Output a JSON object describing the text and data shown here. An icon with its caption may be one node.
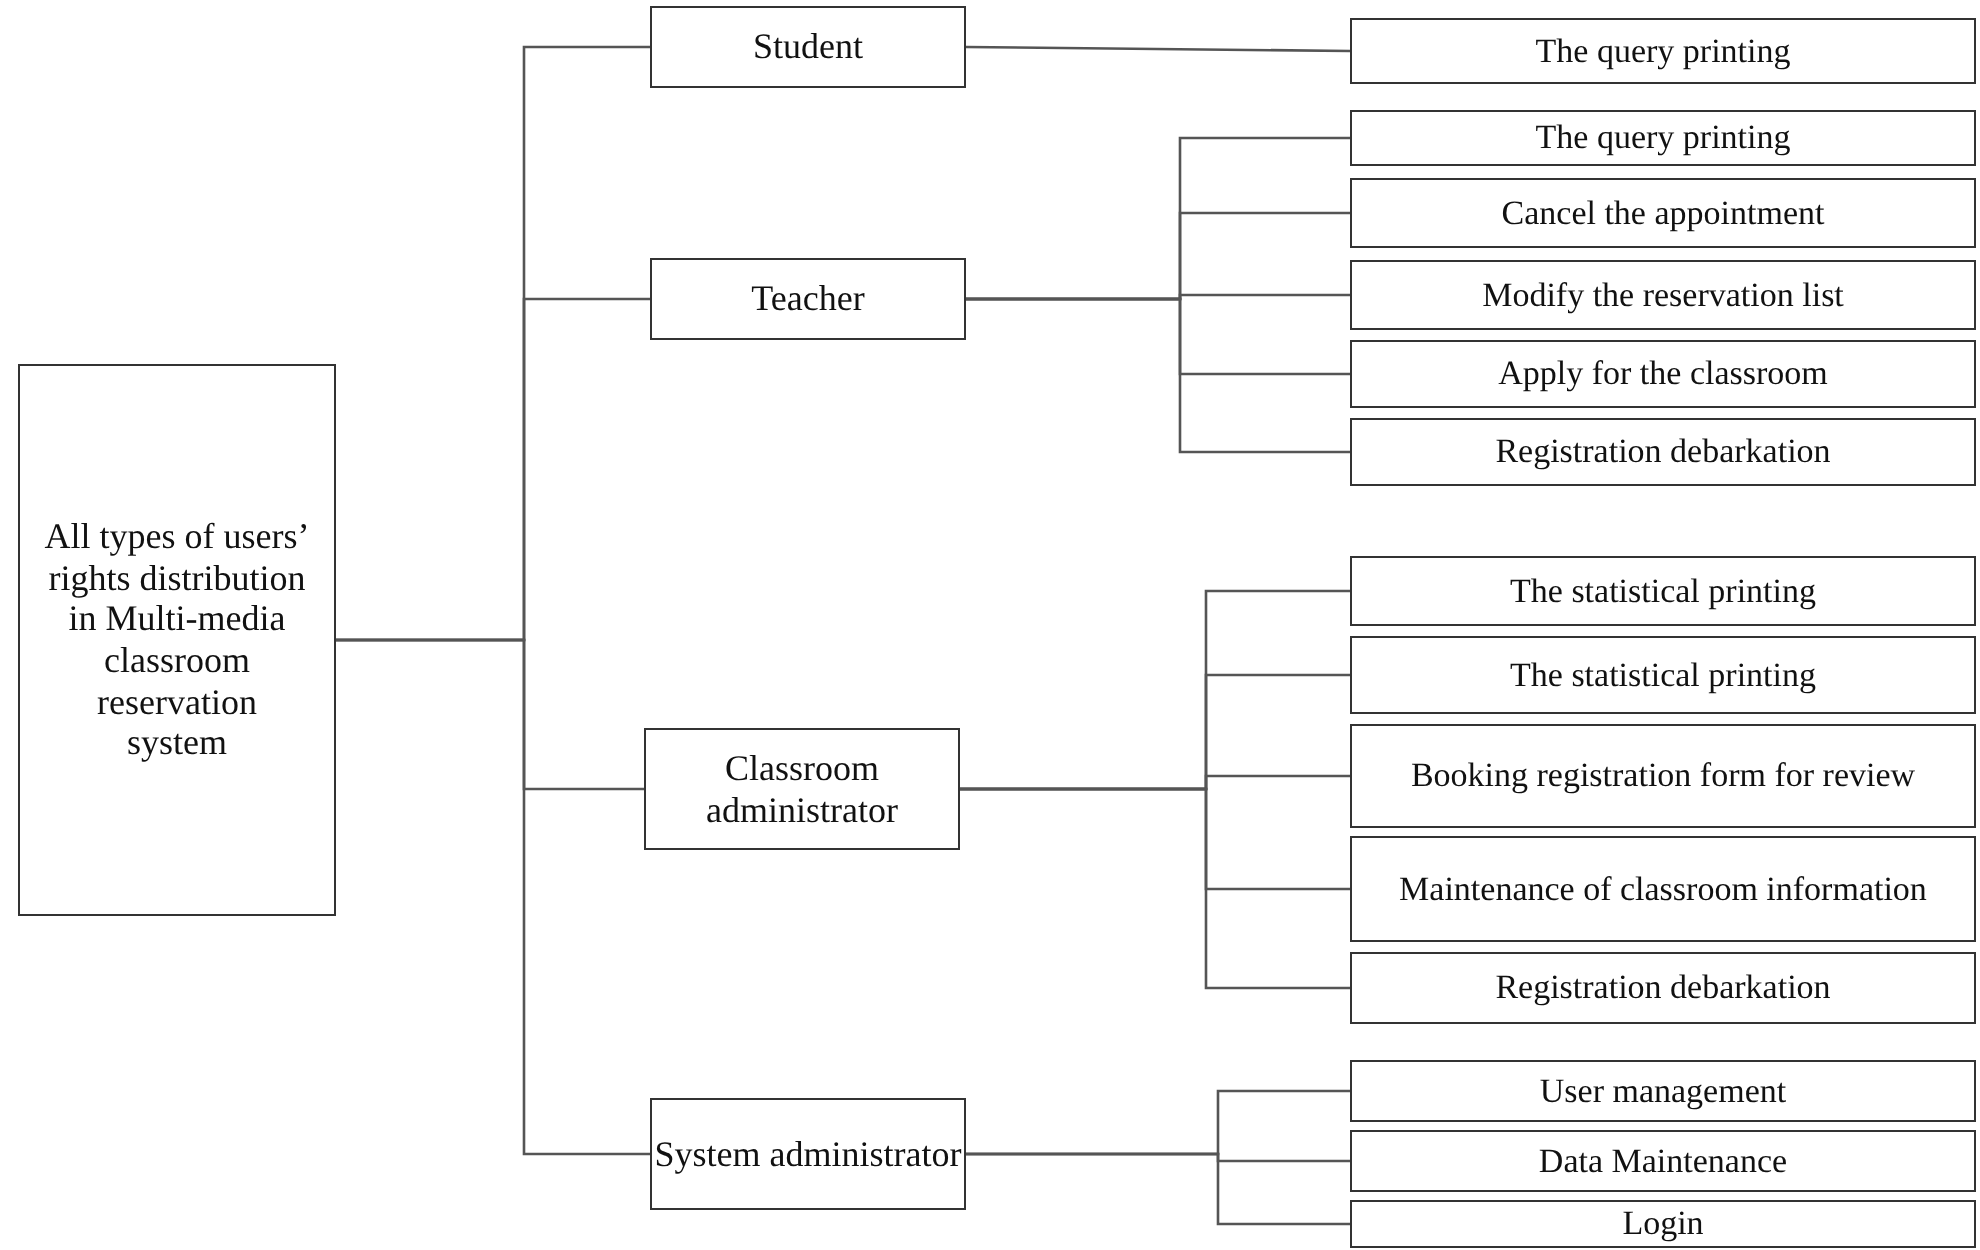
{
  "diagram": {
    "nodes": [
      {
        "text": [
          "All types of users’ rights distribution in Multi-media classroom reservation system"
        ]
      },
      {
        "text": [
          "Student"
        ]
      },
      {
        "text": [
          "Teacher"
        ]
      },
      {
        "text": [
          "Classroom administrator"
        ]
      },
      {
        "text": [
          "System administrator"
        ]
      },
      {
        "text": [
          "The query  printing"
        ]
      },
      {
        "text": [
          "The query  printing"
        ]
      },
      {
        "text": [
          "Cancel the appointment"
        ]
      },
      {
        "text": [
          "Modify the reservation list"
        ]
      },
      {
        "text": [
          "Apply for the classroom"
        ]
      },
      {
        "text": [
          "Registration debarkation"
        ]
      },
      {
        "text": [
          "The statistical printing"
        ]
      },
      {
        "text": [
          "The statistical printing"
        ]
      },
      {
        "text": [
          "Booking registration form for review"
        ]
      },
      {
        "text": [
          "Maintenance of classroom information"
        ]
      },
      {
        "text": [
          "Registration debarkation"
        ]
      },
      {
        "text": [
          "User management"
        ]
      },
      {
        "text": [
          "Data Maintenance"
        ]
      },
      {
        "text": [
          "Login"
        ]
      }
    ],
    "edges": [
      {
        "from": 0,
        "to": 1,
        "arrow": "none"
      },
      {
        "from": 0,
        "to": 2,
        "arrow": "none"
      },
      {
        "from": 0,
        "to": 3,
        "arrow": "none"
      },
      {
        "from": 0,
        "to": 4,
        "arrow": "none"
      },
      {
        "from": 1,
        "to": 5,
        "arrow": "none"
      },
      {
        "from": 2,
        "to": 6,
        "arrow": "none"
      },
      {
        "from": 2,
        "to": 7,
        "arrow": "none"
      },
      {
        "from": 2,
        "to": 8,
        "arrow": "none"
      },
      {
        "from": 2,
        "to": 9,
        "arrow": "none"
      },
      {
        "from": 2,
        "to": 10,
        "arrow": "none"
      },
      {
        "from": 3,
        "to": 11,
        "arrow": "none"
      },
      {
        "from": 3,
        "to": 12,
        "arrow": "none"
      },
      {
        "from": 3,
        "to": 13,
        "arrow": "none"
      },
      {
        "from": 3,
        "to": 14,
        "arrow": "none"
      },
      {
        "from": 3,
        "to": 15,
        "arrow": "none"
      },
      {
        "from": 4,
        "to": 16,
        "arrow": "none"
      },
      {
        "from": 4,
        "to": 17,
        "arrow": "none"
      },
      {
        "from": 4,
        "to": 18,
        "arrow": "none"
      }
    ]
  }
}
